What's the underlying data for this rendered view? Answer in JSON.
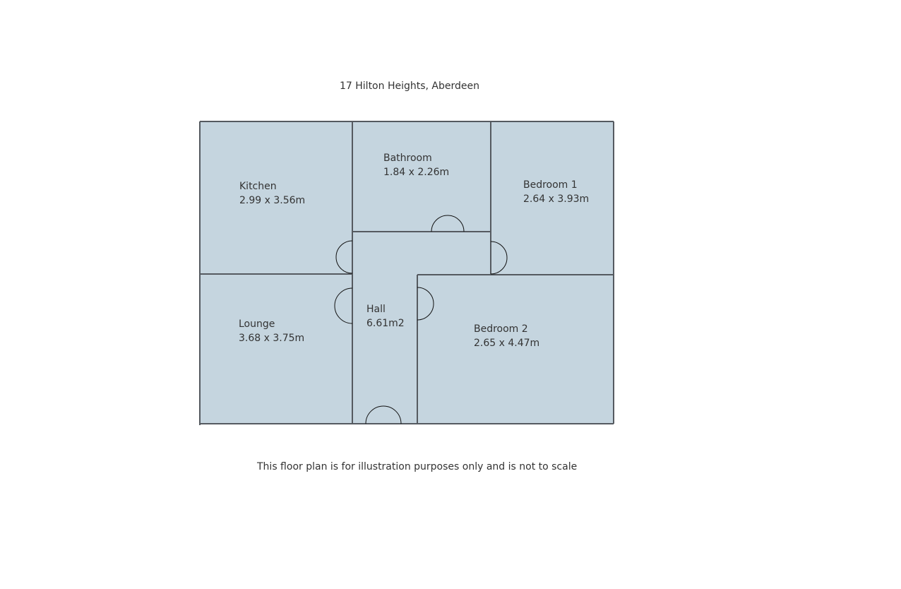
{
  "title": "17 Hilton Heights, Aberdeen",
  "disclaimer": "This floor plan is for illustration purposes only and is not to scale",
  "colors": {
    "room_fill": "#c5d5df",
    "wall": "#555a60",
    "door": "#111111",
    "text": "#333333",
    "background": "#ffffff"
  },
  "rooms": [
    {
      "name": "Kitchen",
      "size": "2.99 x 3.56m"
    },
    {
      "name": "Bathroom",
      "size": "1.84 x 2.26m"
    },
    {
      "name": "Bedroom 1",
      "size": "2.64 x 3.93m"
    },
    {
      "name": "Hall",
      "size": "6.61m2"
    },
    {
      "name": "Lounge",
      "size": "3.68 x 3.75m"
    },
    {
      "name": "Bedroom 2",
      "size": "2.65 x 4.47m"
    }
  ]
}
